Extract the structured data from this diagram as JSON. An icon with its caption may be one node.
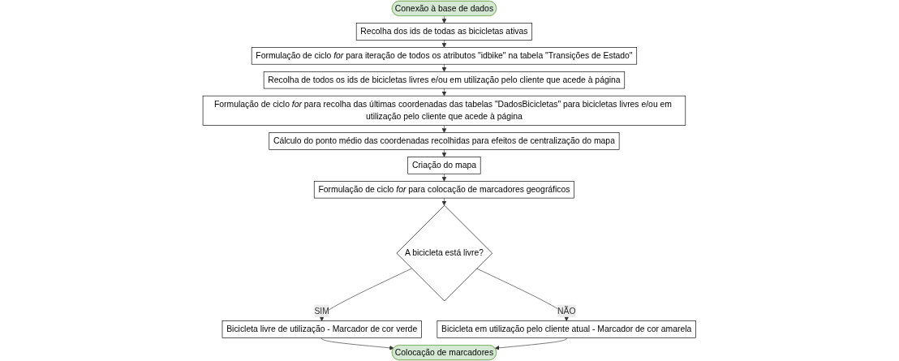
{
  "diagram": {
    "nodes": [
      {
        "text": [
          "Conexão à base de dados"
        ]
      },
      {
        "text": [
          "Recolha dos ids de todas as bicicletas ativas"
        ]
      },
      {
        "text": [
          "Formulação de ciclo *for* para iteração de todos os atributos \"idbike\" na tabela \"Transições de Estado\""
        ]
      },
      {
        "text": [
          "Recolha de todos os ids de bicicletas livres e/ou em utilização pelo cliente que acede à página"
        ]
      },
      {
        "text": [
          "Formulação de ciclo *for* para recolha das últimas coordenadas das tabelas \"DadosBicicletas\" para bicicletas livres e/ou em utilização pelo cliente que acede à página"
        ]
      },
      {
        "text": [
          "Cálculo do ponto médio das coordenadas recolhidas para efeitos de centralização do mapa"
        ]
      },
      {
        "text": [
          "Criação do mapa"
        ]
      },
      {
        "text": [
          "Formulação de ciclo *for* para colocação de marcadores geográficos"
        ]
      },
      {
        "text": [
          "A bicicleta está livre?"
        ]
      },
      {
        "text": [
          "Bicicleta livre de utilização - Marcador de cor verde"
        ]
      },
      {
        "text": [
          "Bicicleta em utilização pelo cliente atual - Marcador de cor amarela"
        ]
      },
      {
        "text": [
          "Colocação de marcadores"
        ]
      }
    ],
    "edges": [
      {
        "from": 0,
        "to": 1,
        "arrow": "to"
      },
      {
        "from": 1,
        "to": 2,
        "arrow": "to"
      },
      {
        "from": 2,
        "to": 3,
        "arrow": "to"
      },
      {
        "from": 3,
        "to": 4,
        "arrow": "to"
      },
      {
        "from": 4,
        "to": 5,
        "arrow": "to"
      },
      {
        "from": 5,
        "to": 6,
        "arrow": "to"
      },
      {
        "from": 6,
        "to": 7,
        "arrow": "to"
      },
      {
        "from": 7,
        "to": 8,
        "arrow": "to"
      },
      {
        "from": 8,
        "to": 9,
        "arrow": "to",
        "label": "SIM"
      },
      {
        "from": 8,
        "to": 10,
        "arrow": "to",
        "label": "NÃO"
      },
      {
        "from": 9,
        "to": 11,
        "arrow": "to"
      },
      {
        "from": 10,
        "to": 11,
        "arrow": "to"
      }
    ]
  }
}
